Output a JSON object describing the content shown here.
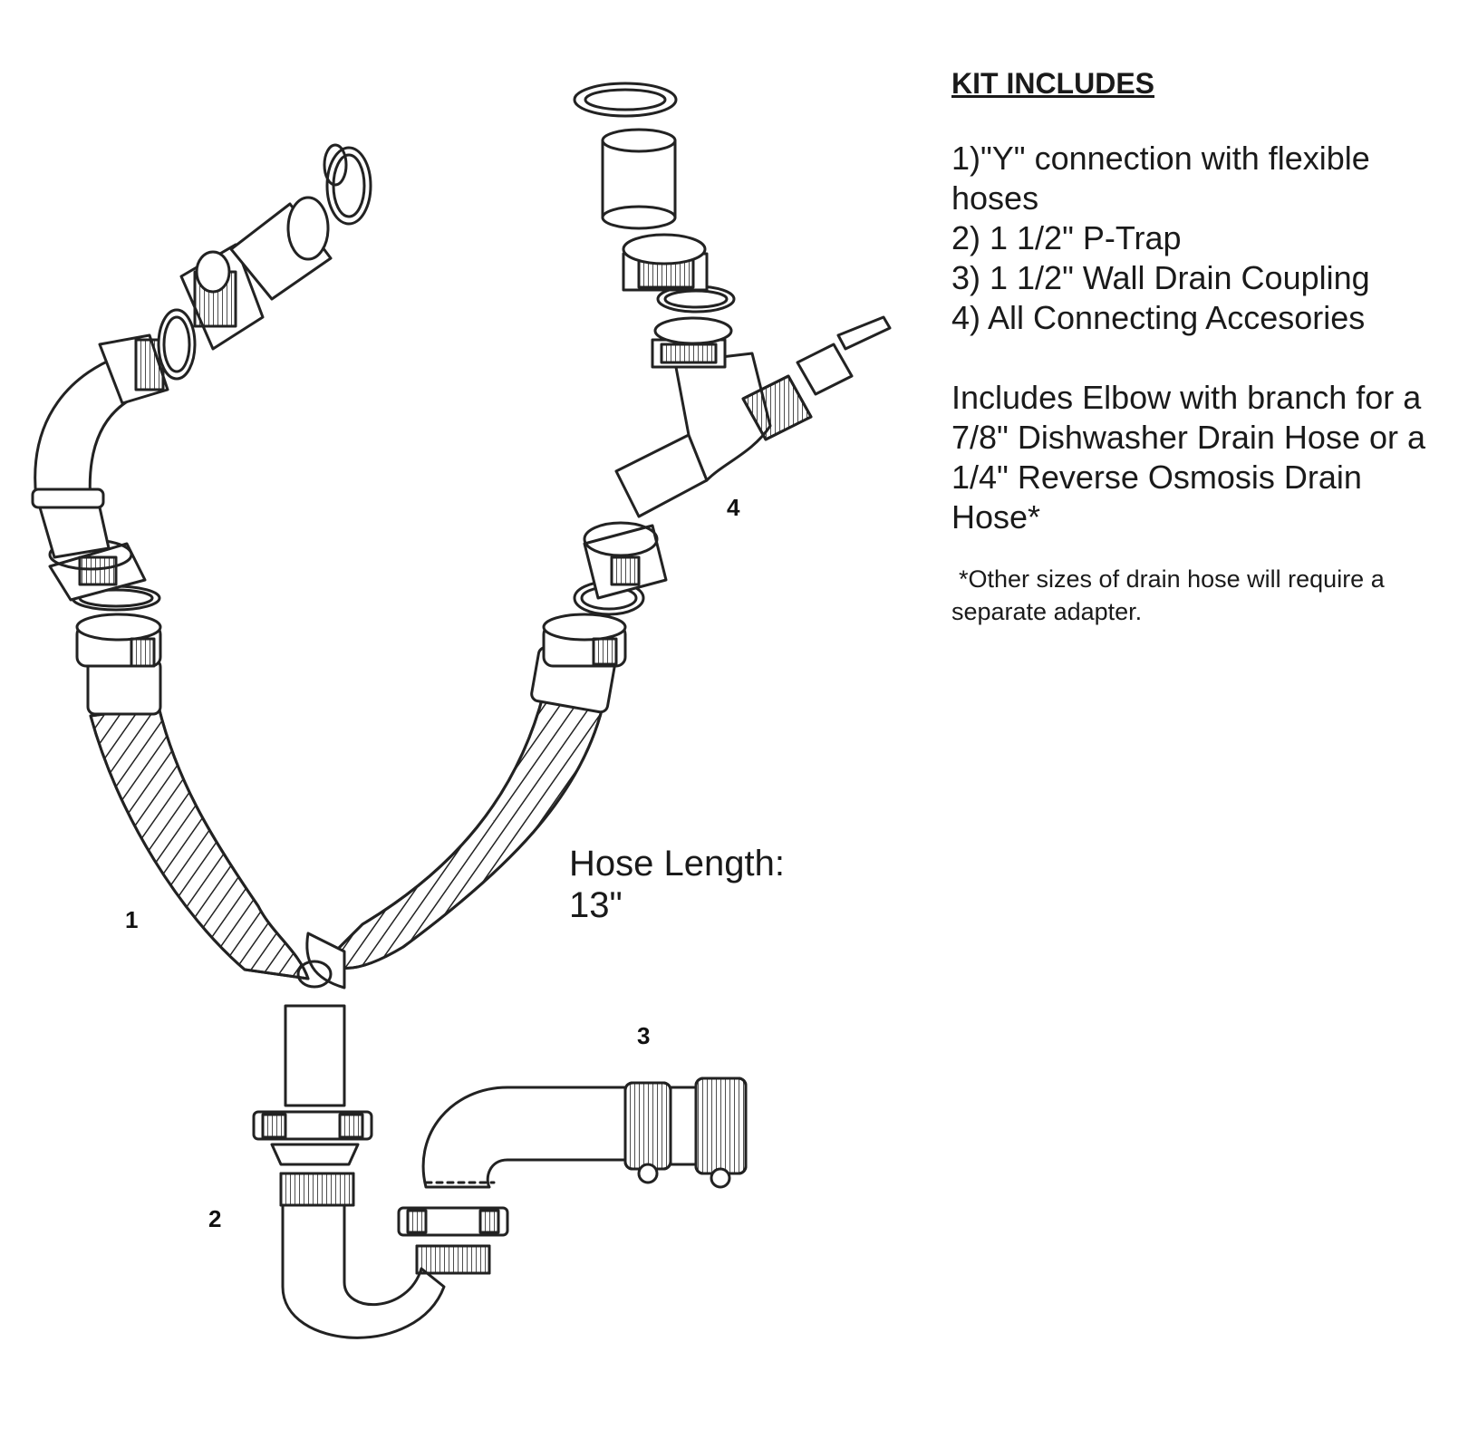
{
  "diagram": {
    "part_labels": {
      "p1": "1",
      "p2": "2",
      "p3": "3",
      "p4": "4"
    },
    "hose_length": {
      "line1": "Hose Length:",
      "line2": "13\""
    }
  },
  "kit": {
    "title": "KIT INCLUDES",
    "items": [
      "1)\"Y\" connection with flexible hoses",
      "2) 1 1/2\" P-Trap",
      "3) 1 1/2\" Wall Drain Coupling",
      "4) All Connecting Accesories"
    ],
    "branch_note": "Includes Elbow with branch for a 7/8\" Dishwasher Drain Hose or a 1/4\" Reverse Osmosis Drain Hose*",
    "footnote": "*Other sizes of drain hose will require a separate adapter."
  },
  "colors": {
    "line": "#222222",
    "background": "#ffffff"
  }
}
